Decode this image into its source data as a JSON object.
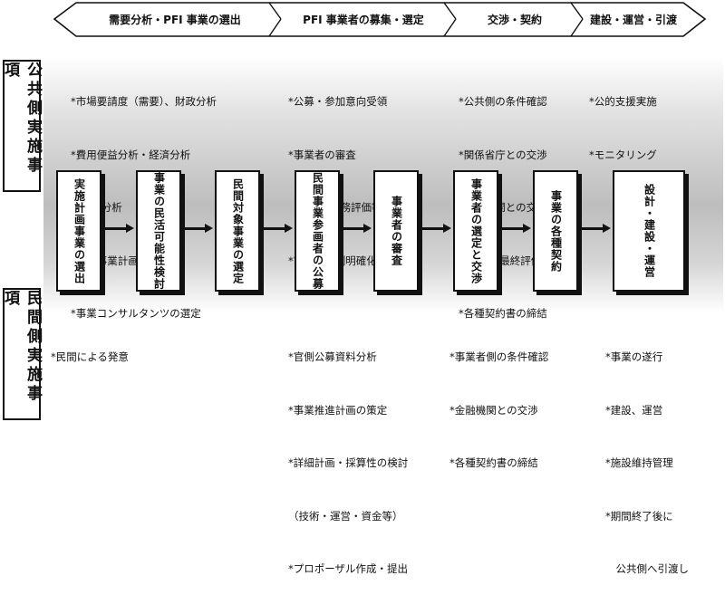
{
  "phases": [
    "需要分析・PFI 事業の選出",
    "PFI 事業者の募集・選定",
    "交渉・契約",
    "建設・運営・引渡"
  ],
  "public_side_title": "公共側実施事項",
  "private_side_title": "民間側実施事項",
  "public_items": [
    [
      "*市場要請度（需要）、財政分析",
      "*費用便益分析・経済分析",
      "*VFM 分析",
      "*戦略事業計画の策定",
      "*事業コンサルタンツの選定"
    ],
    [
      "*公募・参加意向受領",
      "*事業者の審査",
      "（技術・財務評価等）",
      "*官民の役割明確化"
    ],
    [
      "*公共側の条件確認",
      "*関係省庁との交渉",
      "*公共機関との交渉",
      "*VFM の最終評価",
      "*各種契約書の締結"
    ],
    [
      "*公的支援実施",
      "*モニタリング"
    ]
  ],
  "steps": [
    "実施計画事業の選出",
    "事業の民活可能性検討",
    "民間対象事業の選定",
    "民間事業参画者の公募",
    "事業者の審査",
    "事業者の選定と交渉",
    "事業の各種契約",
    "設計・建設・運営"
  ],
  "private_items": [
    [
      "*民間による発意"
    ],
    [
      "*官側公募資料分析",
      "*事業推進計画の策定",
      "*詳細計画・採算性の検討",
      "（技術・運営・資金等）",
      "*プロポーザル作成・提出"
    ],
    [
      "*事業者側の条件確認",
      "*金融機関との交渉",
      "*各種契約書の締結"
    ],
    [
      "*事業の遂行",
      "*建設、運営",
      "*施設維持管理",
      "*期間終了後に",
      "　公共側へ引渡し"
    ]
  ]
}
